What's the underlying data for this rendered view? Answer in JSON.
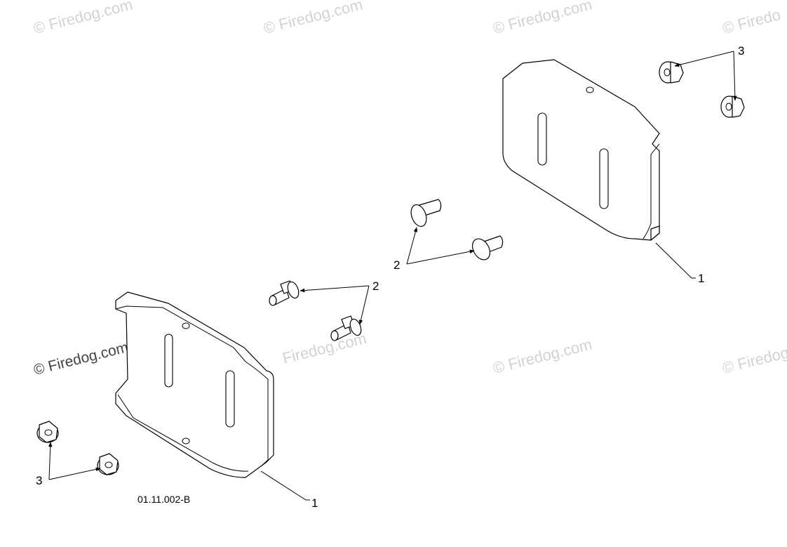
{
  "watermark": {
    "text": "© Firedog.com",
    "text_partial": "© Firedo",
    "text_edge": "© Firedog",
    "text_faint": "Firedog.com"
  },
  "callouts": {
    "skid_shoe": "1",
    "carriage_bolt": "2",
    "flange_nut": "3"
  },
  "drawing_number": "01.11.002-B"
}
